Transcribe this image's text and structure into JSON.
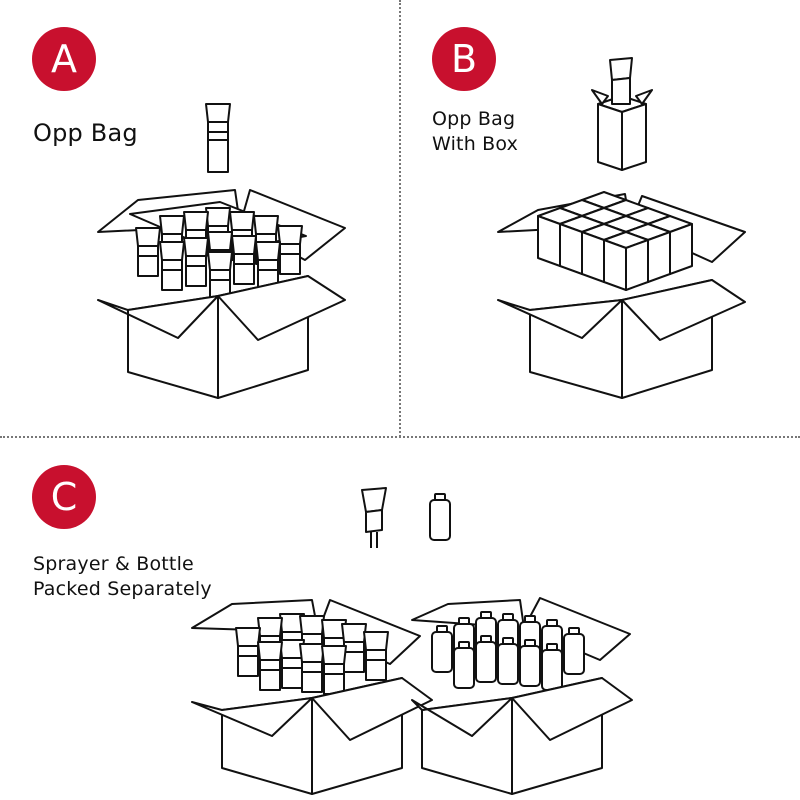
{
  "accent_color": "#c8102e",
  "sections": [
    {
      "badge": "A",
      "label_lines": [
        "Opp Bag"
      ]
    },
    {
      "badge": "B",
      "label_lines": [
        "Opp Bag",
        "With Box"
      ]
    },
    {
      "badge": "C",
      "label_lines": [
        "Sprayer & Bottle",
        "Packed Separately"
      ]
    }
  ],
  "icons": {
    "sprayer": "sprayer-icon",
    "bottle": "bottle-icon",
    "box": "carton-box-icon"
  }
}
